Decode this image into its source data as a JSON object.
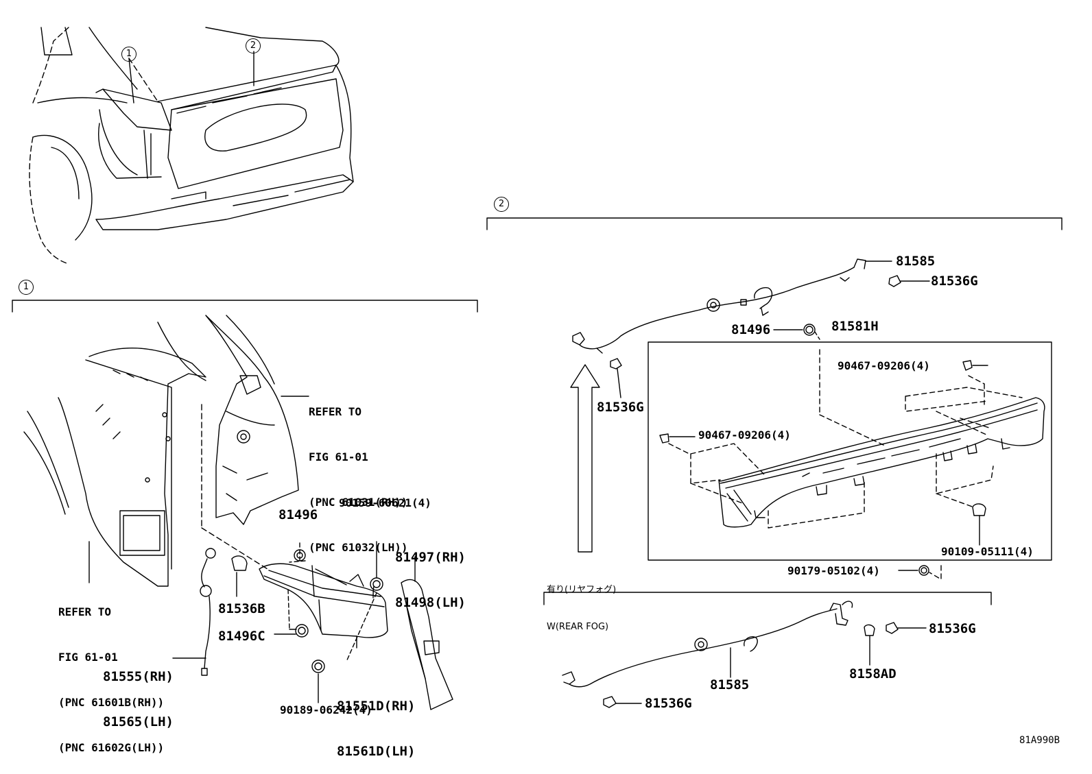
{
  "callouts": {
    "c1": "1",
    "c2": "2"
  },
  "section1": {
    "refer_a": [
      "REFER TO",
      "FIG 61-01",
      "(PNC 61031(RH))",
      "(PNC 61032(LH))"
    ],
    "refer_b": [
      "REFER TO",
      "FIG 61-01",
      "(PNC 61601B(RH))",
      "(PNC 61602G(LH))"
    ],
    "p81496": "81496",
    "p90159": "90159-60621(4)",
    "p81497": [
      "81497(RH)",
      "81498(LH)"
    ],
    "p81536B": "81536B",
    "p81496C": "81496C",
    "p81555": [
      "81555(RH)",
      "81565(LH)"
    ],
    "p81551D": [
      "81551D(RH)",
      "81561D(LH)"
    ],
    "p90189": "90189-06242(4)"
  },
  "section2": {
    "p81585_top": "81585",
    "p81536G_top": "81536G",
    "p81496": "81496",
    "p81581H": "81581H",
    "p90467_r": "90467-09206(4)",
    "p90467_l": "90467-09206(4)",
    "p81536G_left": "81536G",
    "p90109": "90109-05111(4)",
    "p90179": "90179-05102(4)",
    "rear_fog": [
      "有り(リヤフォグ)",
      "W(REAR FOG)"
    ],
    "p81536G_mid": "81536G",
    "p8158AD": "8158AD",
    "p81585_bot": "81585",
    "p81536G_bot": "81536G"
  },
  "figure_ref": "81A990B"
}
